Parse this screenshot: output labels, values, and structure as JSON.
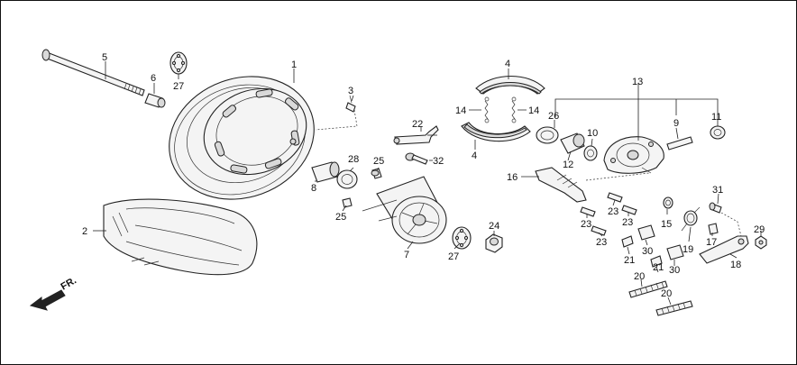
{
  "diagram": {
    "front_indicator": "FR.",
    "part_labels": {
      "p1": "1",
      "p2": "2",
      "p3": "3",
      "p4a": "4",
      "p4b": "4",
      "p5": "5",
      "p6": "6",
      "p7": "7",
      "p8": "8",
      "p9": "9",
      "p10": "10",
      "p11": "11",
      "p12": "12",
      "p13": "13",
      "p14a": "14",
      "p14b": "14",
      "p15": "15",
      "p16": "16",
      "p17": "17",
      "p18": "18",
      "p19": "19",
      "p20a": "20",
      "p20b": "20",
      "p21a": "21",
      "p21b": "21",
      "p22": "22",
      "p23a": "23",
      "p23b": "23",
      "p23c": "23",
      "p23d": "23",
      "p24": "24",
      "p25a": "25",
      "p25b": "25",
      "p26": "26",
      "p27a": "27",
      "p27b": "27",
      "p28": "28",
      "p29": "29",
      "p30a": "30",
      "p30b": "30",
      "p31": "31",
      "p32": "32"
    }
  }
}
